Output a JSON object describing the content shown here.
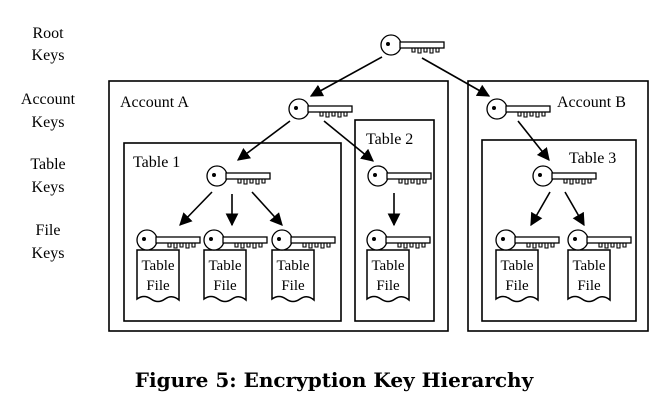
{
  "levels": {
    "root": [
      "Root",
      "Keys"
    ],
    "account": [
      "Account",
      "Keys"
    ],
    "table": [
      "Table",
      "Keys"
    ],
    "file": [
      "File",
      "Keys"
    ]
  },
  "boxes": {
    "account_a": "Account A",
    "account_b": "Account B",
    "table_1": "Table 1",
    "table_2": "Table 2",
    "table_3": "Table 3"
  },
  "file_doc": [
    "Table",
    "File"
  ],
  "caption": "Figure 5: Encryption Key Hierarchy",
  "icons": {
    "key": "key-icon",
    "document": "table-file-icon"
  }
}
